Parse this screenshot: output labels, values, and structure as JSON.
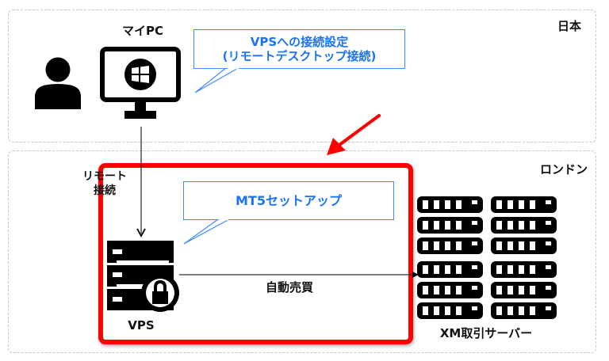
{
  "zones": {
    "japan": {
      "label": "日本"
    },
    "london": {
      "label": "ロンドン"
    }
  },
  "nodes": {
    "my_pc": {
      "label": "マイPC",
      "icon": "monitor-windows-icon"
    },
    "user": {
      "icon": "user-icon"
    },
    "vps": {
      "label": "VPS",
      "icon": "server-lock-icon"
    },
    "xm_servers": {
      "label": "XM取引サーバー",
      "icon": "server-rack-icon",
      "count": 12
    }
  },
  "callouts": {
    "vps_connect": {
      "line1": "VPSへの接続設定",
      "line2": "(リモートデスクトップ接続)"
    },
    "mt5_setup": {
      "text": "MT5セットアップ"
    }
  },
  "edges": {
    "remote": {
      "line1": "リモート",
      "line2": "接続"
    },
    "auto_trade": {
      "label": "自動売買"
    }
  },
  "colors": {
    "callout": "#1a73f5",
    "highlight": "#ff0000",
    "icon": "#000000",
    "zone_border": "#c8c8c8"
  }
}
